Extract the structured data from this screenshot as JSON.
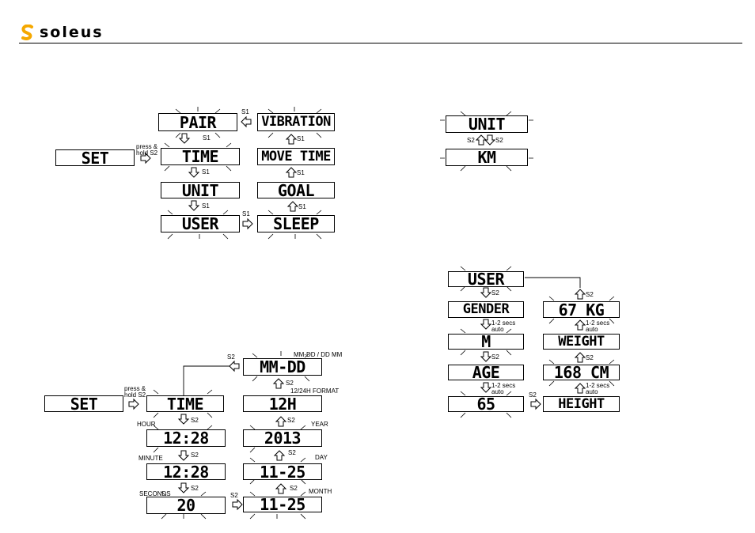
{
  "header": {
    "brand": "soleus"
  },
  "menu": {
    "set": "SET",
    "pair": "PAIR",
    "time": "TIME",
    "unit": "UNIT",
    "user": "USER",
    "vibration": "VIBRATION",
    "move_time": "MOVE TIME",
    "goal": "GOAL",
    "sleep": "SLEEP",
    "press_hold": "press &\nhold S2",
    "s1": "S1"
  },
  "unit_flow": {
    "unit": "UNIT",
    "km": "KM",
    "s2": "S2"
  },
  "time_flow": {
    "set": "SET",
    "time": "TIME",
    "press_hold": "press &\nhold S2",
    "hour_label": "HOUR",
    "hour_value": "12:28",
    "minute_label": "MINUTE",
    "minute_value": "12:28",
    "seconds_label": "SECONDS",
    "seconds_value": "20",
    "date_format_label": "MM-DD / DD MM",
    "date_format_value": "MM-DD",
    "hour_format_label": "12/24H FORMAT",
    "hour_format_value": "12H",
    "year_label": "YEAR",
    "year_value": "2013",
    "day_label": "DAY",
    "day_value": "11-25",
    "month_label": "MONTH",
    "month_value": "11-25",
    "s2": "S2"
  },
  "user_flow": {
    "user": "USER",
    "gender": "GENDER",
    "gender_value": "M",
    "age": "AGE",
    "age_value": "65",
    "height": "HEIGHT",
    "height_value": "168 CM",
    "weight": "WEIGHT",
    "weight_value": "67 KG",
    "auto": "1-2 secs\nauto",
    "s2": "S2"
  }
}
